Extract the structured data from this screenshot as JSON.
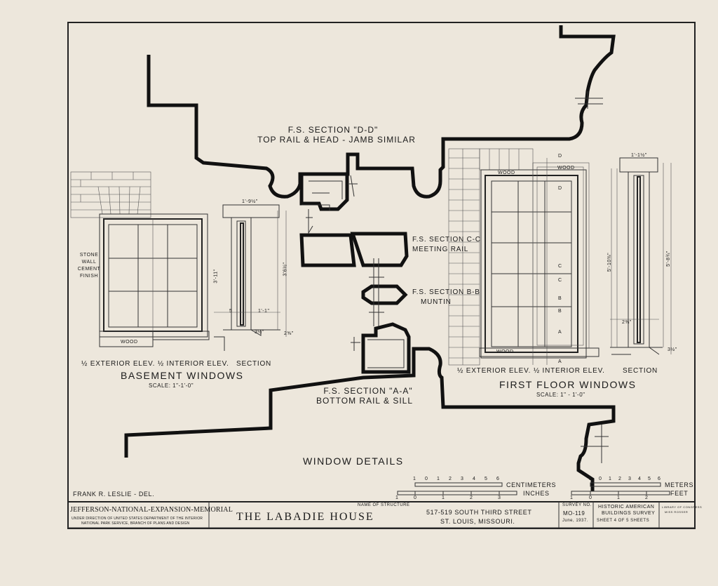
{
  "sections": {
    "dd_title": "F.S. SECTION \"D-D\"",
    "dd_subtitle": "TOP RAIL & HEAD - JAMB SIMILAR",
    "cc_title": "F.S. SECTION C-C",
    "cc_subtitle": "MEETING RAIL",
    "bb_title": "F.S. SECTION B-B",
    "bb_subtitle": "MUNTIN",
    "aa_title": "F.S. SECTION \"A-A\"",
    "aa_subtitle": "BOTTOM RAIL & SILL"
  },
  "basement": {
    "stone_note": [
      "STONE",
      "WALL",
      "CEMENT",
      "FINISH"
    ],
    "wood_label": "WOOD",
    "elev_label": "½ EXTERIOR ELEV. ½ INTERIOR ELEV.",
    "section_label": "SECTION",
    "title": "BASEMENT WINDOWS",
    "scale": "SCALE: 1\"-1'-0\"",
    "dims": [
      "1'-9½\"",
      "3'-11\"",
      "3'6½\"",
      "5",
      "1'-1\"",
      "3½\"",
      "2⅝\""
    ]
  },
  "first_floor": {
    "wood_top": "WOOD",
    "wood_top2": "WOOD",
    "wood_bottom": "WOOD",
    "elev_label": "½ EXTERIOR ELEV. ½ INTERIOR ELEV.",
    "section_label": "SECTION",
    "title": "FIRST FLOOR WINDOWS",
    "scale": "SCALE: 1\" - 1'-0\"",
    "markers": [
      "D",
      "D",
      "C",
      "C",
      "B",
      "B",
      "A",
      "A"
    ],
    "dims": [
      "1'-1½\"",
      "5'-10⅜\"",
      "5'-8¾\"",
      "2⅜\"",
      "3½\""
    ]
  },
  "drawing_title": "WINDOW DETAILS",
  "delineator": "FRANK R. LESLIE - DEL.",
  "scales": {
    "cm_label": "CENTIMETERS",
    "in_label": "INCHES",
    "cm_ticks": [
      "1",
      "0",
      "1",
      "2",
      "3",
      "4",
      "5",
      "6"
    ],
    "in_ticks": [
      "1",
      "0",
      "1",
      "2",
      "3"
    ],
    "m_label": "METERS",
    "ft_label": "FEET",
    "m_ticks": [
      "1",
      "0",
      "1",
      "2",
      "3",
      "4",
      "5",
      "6"
    ],
    "ft_ticks": [
      "1",
      "0",
      "1",
      "2"
    ]
  },
  "title_block": {
    "org_title": "JEFFERSON-NATIONAL-EXPANSION-MEMORIAL",
    "org_sub1": "UNDER DIRECTION OF UNITED STATES DEPARTMENT OF THE INTERIOR",
    "org_sub2": "NATIONAL PARK SERVICE, BRANCH OF PLANS AND DESIGN",
    "name_label": "NAME OF STRUCTURE",
    "structure_name": "THE LABADIE HOUSE",
    "address1": "517-519 SOUTH THIRD STREET",
    "address2": "ST. LOUIS, MISSOURI.",
    "survey_label": "SURVEY NO.",
    "survey_no": "MO-119",
    "date": "June, 1937.",
    "habs1": "HISTORIC AMERICAN",
    "habs2": "BUILDINGS SURVEY",
    "sheet": "SHEET 4 OF 5 SHEETS",
    "loc1": "LIBRARY OF CONGRESS",
    "loc2": "MISS ROSSER"
  }
}
